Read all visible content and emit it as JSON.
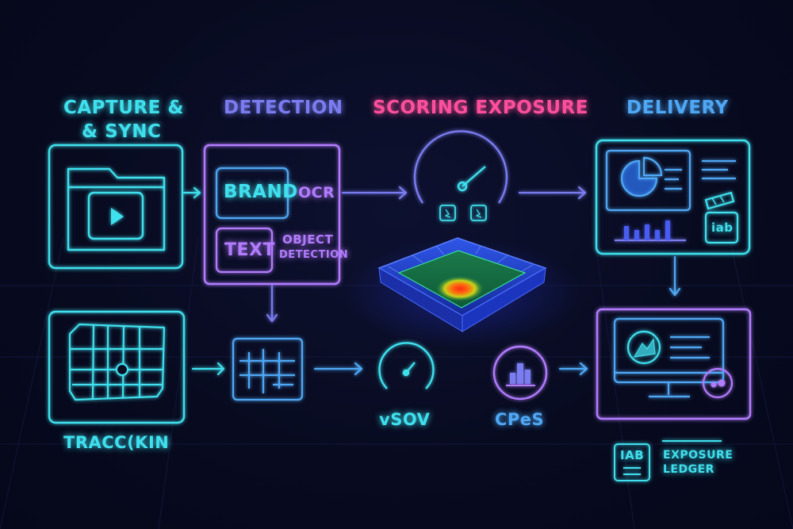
{
  "stages": {
    "capture": {
      "line1": "CAPTURE &",
      "line2": "& SYNC"
    },
    "detection": "DETECTION",
    "scoring": "SCORING EXPOSURE",
    "delivery": "DELIVERY"
  },
  "detection_box": {
    "brand": "BRAND",
    "ocr": "OCR",
    "text": "TEXT",
    "object_line1": "OBJECT",
    "object_line2": "DETECTION"
  },
  "tracking": "TRACC(KIN",
  "metrics": {
    "vsov": "vSOV",
    "cpes": "CPeS"
  },
  "delivery_box": {
    "iab": "iab"
  },
  "ledger": {
    "iab": "IAB",
    "line1": "EXPOSURE",
    "line2": "LEDGER"
  },
  "colors": {
    "cyan": "#3fe0ee",
    "violet": "#7a7cf0",
    "pink": "#ff4f9c",
    "blue": "#4fa8f5",
    "purple": "#b37cff"
  }
}
